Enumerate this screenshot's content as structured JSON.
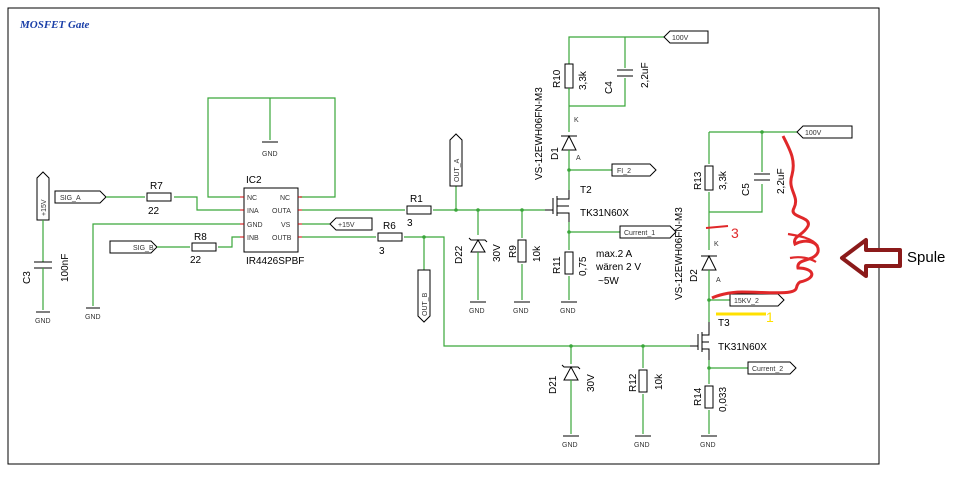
{
  "title": "MOSFET Gate",
  "parts": {
    "ic2": {
      "ref": "IC2",
      "value": "IR4426SPBF",
      "pins_left": [
        "NC",
        "INA",
        "GND",
        "INB"
      ],
      "pins_right": [
        "NC",
        "OUTA",
        "VS",
        "OUTB"
      ]
    },
    "r7": {
      "ref": "R7",
      "value": "22"
    },
    "r8": {
      "ref": "R8",
      "value": "22"
    },
    "r1": {
      "ref": "R1",
      "value": "3"
    },
    "r6": {
      "ref": "R6",
      "value": "3"
    },
    "r9": {
      "ref": "R9",
      "value": "10k"
    },
    "r10": {
      "ref": "R10",
      "value": "3,3k"
    },
    "r11": {
      "ref": "R11",
      "value": "0,75"
    },
    "r12": {
      "ref": "R12",
      "value": "10k"
    },
    "r13": {
      "ref": "R13",
      "value": "3,3k"
    },
    "r14": {
      "ref": "R14",
      "value": "0,033"
    },
    "c3": {
      "ref": "C3",
      "value": "100nF"
    },
    "c4": {
      "ref": "C4",
      "value": "2,2uF"
    },
    "c5": {
      "ref": "C5",
      "value": "2,2uF"
    },
    "d1": {
      "ref": "D1",
      "value": "VS-12EWH06FN-M3"
    },
    "d2": {
      "ref": "D2",
      "value": "VS-12EWH06FN-M3"
    },
    "d21": {
      "ref": "D21",
      "value": "30V"
    },
    "d22": {
      "ref": "D22",
      "value": "30V"
    },
    "t2": {
      "ref": "T2",
      "value": "TK31N60X"
    },
    "t3": {
      "ref": "T3",
      "value": "TK31N60X"
    }
  },
  "nets": {
    "sig_a": "SIG_A",
    "sig_b": "SIG_B",
    "plus15_left": "+15V",
    "plus15_ic": "+15V",
    "out_a": "OUT_A",
    "out_b": "OUT_B",
    "v100_top": "100V",
    "v100_right": "100V",
    "fi2": "FI_2",
    "current1": "Current_1",
    "current2": "Current_2",
    "kv15": "15KV_2",
    "gnd": "GND"
  },
  "diode_pins": {
    "anode": "A",
    "kathode": "K"
  },
  "note": {
    "line1": "max.2   A",
    "line2": "wären 2 V",
    "line3": "~5W"
  },
  "annotations": {
    "spule": "Spule",
    "mark3": "3",
    "mark1": "1"
  },
  "colors": {
    "wire": "#3aa63a",
    "pin": "#cc0000",
    "coil_marker": "#e0282a",
    "arrow": "#8b1a1a",
    "title": "#1a3fa8",
    "highlight": "#ffe000"
  }
}
